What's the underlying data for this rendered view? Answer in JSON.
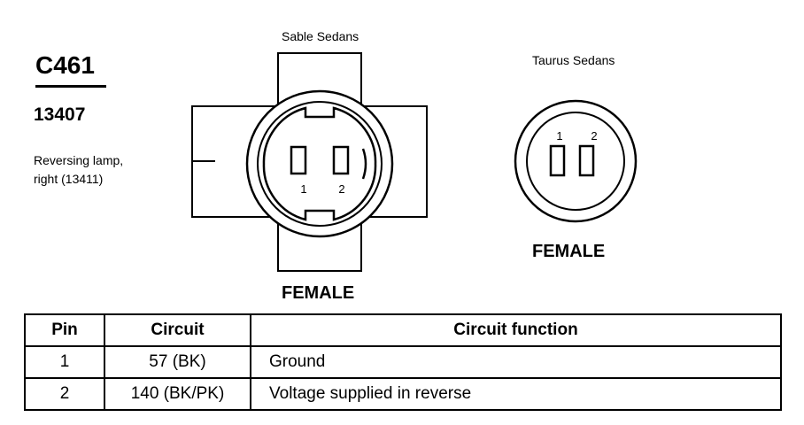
{
  "connector": {
    "id": "C461",
    "part_number": "13407",
    "description_lines": [
      "Reversing lamp,",
      "right (13411)"
    ]
  },
  "views": {
    "sable": {
      "title": "Sable Sedans",
      "gender": "FEMALE",
      "pins": [
        "1",
        "2"
      ]
    },
    "taurus": {
      "title": "Taurus Sedans",
      "gender": "FEMALE",
      "pins": [
        "1",
        "2"
      ]
    }
  },
  "table": {
    "headers": [
      "Pin",
      "Circuit",
      "Circuit function"
    ],
    "rows": [
      {
        "pin": "1",
        "circuit": "57 (BK)",
        "function": "Ground"
      },
      {
        "pin": "2",
        "circuit": "140 (BK/PK)",
        "function": "Voltage supplied in reverse"
      }
    ]
  }
}
